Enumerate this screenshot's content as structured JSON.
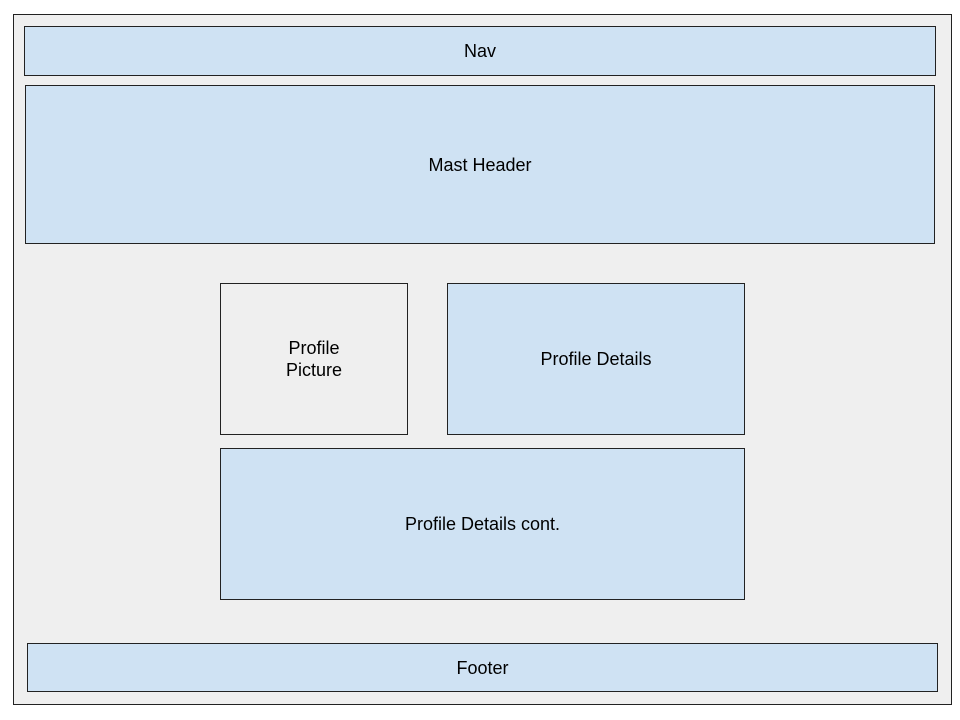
{
  "diagram": {
    "colors": {
      "block_fill": "#cfe2f3",
      "background": "#efefef",
      "border": "#222222"
    },
    "blocks": {
      "nav": "Nav",
      "mast_header": "Mast Header",
      "profile_picture": "Profile\nPicture",
      "profile_details": "Profile Details",
      "profile_details_cont": "Profile Details cont.",
      "footer": "Footer"
    }
  }
}
